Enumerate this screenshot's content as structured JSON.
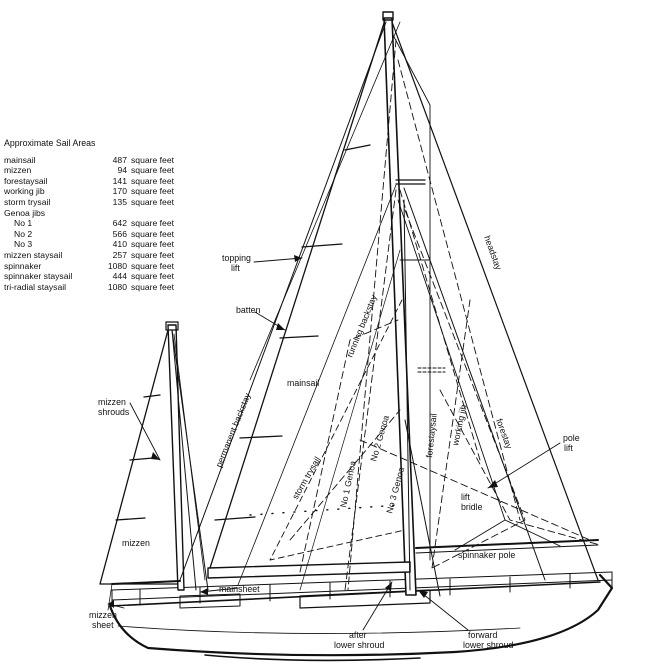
{
  "table": {
    "title": "Approximate Sail Areas",
    "rows": [
      {
        "name": "mainsail",
        "value": "487",
        "unit": "square feet",
        "indent": false
      },
      {
        "name": "mizzen",
        "value": "94",
        "unit": "square feet",
        "indent": false
      },
      {
        "name": "forestaysail",
        "value": "141",
        "unit": "square feet",
        "indent": false
      },
      {
        "name": "working jib",
        "value": "170",
        "unit": "square feet",
        "indent": false
      },
      {
        "name": "storm trysail",
        "value": "135",
        "unit": "square feet",
        "indent": false
      },
      {
        "name": "Genoa jibs",
        "value": "",
        "unit": "",
        "indent": false
      },
      {
        "name": "No 1",
        "value": "642",
        "unit": "square feet",
        "indent": true
      },
      {
        "name": "No 2",
        "value": "566",
        "unit": "square feet",
        "indent": true
      },
      {
        "name": "No 3",
        "value": "410",
        "unit": "square feet",
        "indent": true
      },
      {
        "name": "mizzen staysail",
        "value": "257",
        "unit": "square feet",
        "indent": false
      },
      {
        "name": "spinnaker",
        "value": "1080",
        "unit": "square feet",
        "indent": false
      },
      {
        "name": "spinnaker staysail",
        "value": "444",
        "unit": "square feet",
        "indent": false
      },
      {
        "name": "tri-radial staysail",
        "value": "1080",
        "unit": "square feet",
        "indent": false
      }
    ]
  },
  "labels": {
    "topping": "topping",
    "lift": "lift",
    "batten": "batten",
    "mainsail": "mainsail",
    "permanent_backstay": "permanent backstay",
    "running_backstay": "running backstay",
    "headstay": "headstay",
    "forestay": "forestay",
    "working_jib": "working jib",
    "forestaysail": "forestaysail",
    "no1_genoa": "No 1 Genoa",
    "no2_genoa": "No 2 Genoa",
    "no3_genoa": "No 3 Genoa",
    "storm_trysail": "storm trysail",
    "mizzen_shrouds_1": "mizzen",
    "mizzen_shrouds_2": "shrouds",
    "mizzen": "mizzen",
    "mainsheet": "mainsheet",
    "mizzen_sheet_1": "mizzen",
    "mizzen_sheet_2": "sheet",
    "after_lower_shroud_1": "after",
    "after_lower_shroud_2": "lower shroud",
    "forward_lower_shroud_1": "forward",
    "forward_lower_shroud_2": "lower shroud",
    "pole_lift_1": "pole",
    "pole_lift_2": "lift",
    "lift_bridle_1": "lift",
    "lift_bridle_2": "bridle",
    "spinnaker_pole": "spinnaker pole"
  }
}
